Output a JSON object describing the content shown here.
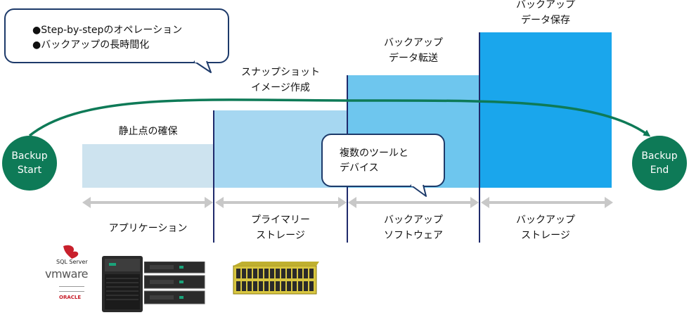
{
  "colors": {
    "bar1": "#cde3ef",
    "bar2": "#a6d7f1",
    "bar3": "#6ec6ee",
    "bar4": "#1aa6ec",
    "divider": "#1f2a6b",
    "arc": "#0e7a57",
    "circle": "#0e7a57",
    "arrow_gray": "#c8c8c8"
  },
  "callout_top": {
    "line1": "●Step-by-stepのオペレーション",
    "line2": "●バックアップの長時間化"
  },
  "callout_mid": {
    "text": "複数のツールと\nデバイス"
  },
  "phases": [
    {
      "label": "静止点の確保"
    },
    {
      "label": "スナップショット\nイメージ作成"
    },
    {
      "label": "バックアップ\nデータ転送"
    },
    {
      "label": "バックアップ\nデータ保存"
    }
  ],
  "start_circle": "Backup\nStart",
  "end_circle": "Backup\nEnd",
  "segments": [
    {
      "label": "アプリケーション"
    },
    {
      "label": "プライマリー\nストレージ"
    },
    {
      "label": "バックアップ\nソフトウェア"
    },
    {
      "label": "バックアップ\nストレージ"
    }
  ],
  "logos": {
    "sql": "SQL Server",
    "vmware": "vmware",
    "oracle": "ORACLE"
  }
}
